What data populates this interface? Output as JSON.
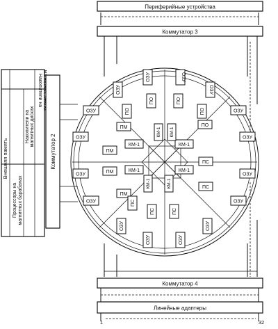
{
  "buses": {
    "peripheral": "Периферийные устройства",
    "switch3": "Коммутатор 3",
    "switch4": "Коммутатор 4",
    "adapters": "Линейные адаптеры",
    "switch2": "Коммутатор 2",
    "port_first": "1",
    "port_last": "32"
  },
  "external_memory": {
    "title": "Внешняя память",
    "left_col": [
      "Процессоры на",
      "магнитных барабанах"
    ],
    "mid_col": [
      "Накопители на",
      "магнитных дисках"
    ],
    "right_col": [
      "Накопители на",
      "магнитных лентах"
    ]
  },
  "modules": {
    "ozu": "ОЗУ",
    "po": "ПО",
    "pm": "ПМ",
    "ps": "ПС",
    "km": "КМ-1"
  }
}
